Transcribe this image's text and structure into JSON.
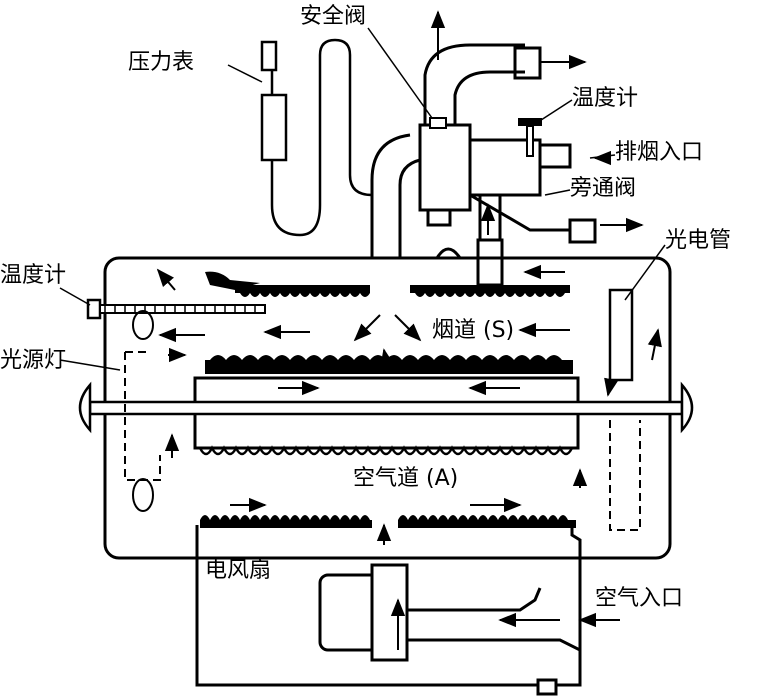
{
  "labels": {
    "safety_valve": "安全阀",
    "pressure_gauge": "压力表",
    "thermometer_top": "温度计",
    "exhaust_inlet": "排烟入口",
    "bypass_valve": "旁通阀",
    "phototube": "光电管",
    "thermometer_left": "温度计",
    "light_source": "光源灯",
    "flue": "烟道 (S)",
    "air_duct": "空气道 (A)",
    "fan": "电风扇",
    "air_inlet": "空气入口"
  }
}
